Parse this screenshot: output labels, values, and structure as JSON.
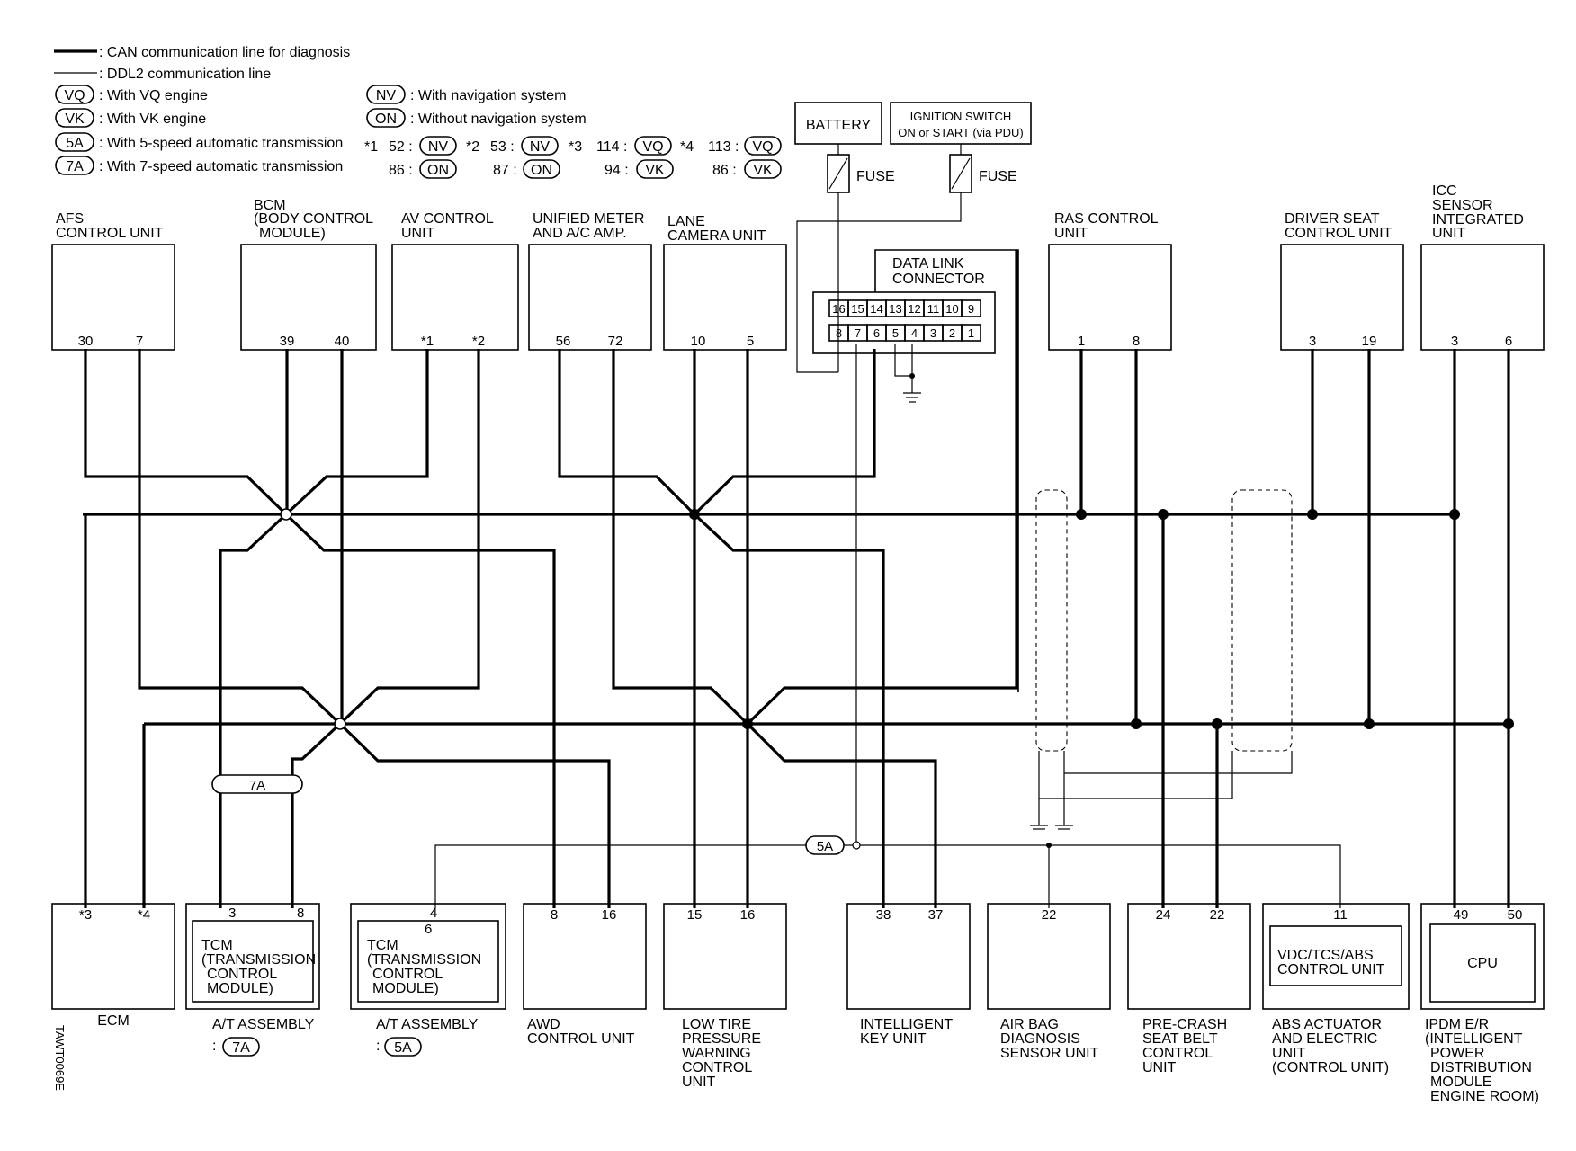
{
  "legend": {
    "can_line": ": CAN communication line for diagnosis",
    "ddl2_line": ": DDL2 communication line",
    "vq_badge": "VQ",
    "vq_text": ": With VQ engine",
    "vk_badge": "VK",
    "vk_text": ": With VK engine",
    "a5_badge": "5A",
    "a5_text": ": With 5-speed automatic transmission",
    "a7_badge": "7A",
    "a7_text": ": With 7-speed automatic transmission",
    "nv_badge": "NV",
    "nv_text": ": With navigation system",
    "on_badge": "ON",
    "on_text": ": Without navigation system"
  },
  "notes": {
    "n1": "*1",
    "n1_a_pin": "52 :",
    "n1_a_badge": "NV",
    "n1_b_pin": "86 :",
    "n1_b_badge": "ON",
    "n2": "*2",
    "n2_a_pin": "53 :",
    "n2_a_badge": "NV",
    "n2_b_pin": "87 :",
    "n2_b_badge": "ON",
    "n3": "*3",
    "n3_a_pin": "114 :",
    "n3_a_badge": "VQ",
    "n3_b_pin": "94 :",
    "n3_b_badge": "VK",
    "n4": "*4",
    "n4_a_pin": "113 :",
    "n4_a_badge": "VQ",
    "n4_b_pin": "86 :",
    "n4_b_badge": "VK"
  },
  "power": {
    "battery": "BATTERY",
    "ign_line1": "IGNITION SWITCH",
    "ign_line2": "ON or START (via PDU)",
    "fuse1": "FUSE",
    "fuse2": "FUSE"
  },
  "dlc": {
    "title1": "DATA LINK",
    "title2": "CONNECTOR",
    "top_pins": [
      "16",
      "15",
      "14",
      "13",
      "12",
      "11",
      "10",
      "9"
    ],
    "bottom_pins": [
      "8",
      "7",
      "6",
      "5",
      "4",
      "3",
      "2",
      "1"
    ]
  },
  "top_units": {
    "afs": {
      "l1": "AFS",
      "l2": "CONTROL UNIT",
      "p1": "30",
      "p2": "7"
    },
    "bcm": {
      "l1": "BCM",
      "l2": "(BODY CONTROL",
      "l3": "MODULE)",
      "p1": "39",
      "p2": "40"
    },
    "av": {
      "l1": "AV CONTROL",
      "l2": "UNIT",
      "p1": "*1",
      "p2": "*2"
    },
    "meter": {
      "l1": "UNIFIED METER",
      "l2": "AND A/C AMP.",
      "p1": "56",
      "p2": "72"
    },
    "lane": {
      "l1": "LANE",
      "l2": "CAMERA UNIT",
      "p1": "10",
      "p2": "5"
    },
    "ras": {
      "l1": "RAS CONTROL",
      "l2": "UNIT",
      "p1": "1",
      "p2": "8"
    },
    "seat": {
      "l1": "DRIVER SEAT",
      "l2": "CONTROL UNIT",
      "p1": "3",
      "p2": "19"
    },
    "icc": {
      "l1": "ICC",
      "l2": "SENSOR",
      "l3": "INTEGRATED",
      "l4": "UNIT",
      "p1": "3",
      "p2": "6"
    }
  },
  "bottom_units": {
    "ecm": {
      "p1": "*3",
      "p2": "*4",
      "l1": "ECM"
    },
    "at7": {
      "p1": "3",
      "p2": "8",
      "i1": "TCM",
      "i2": "(TRANSMISSION",
      "i3": "CONTROL",
      "i4": "MODULE)",
      "l1": "A/T ASSEMBLY",
      "l2": ":",
      "badge": "7A"
    },
    "at5": {
      "p1": "4",
      "p2": "6",
      "i1": "TCM",
      "i2": "(TRANSMISSION",
      "i3": "CONTROL",
      "i4": "MODULE)",
      "l1": "A/T ASSEMBLY",
      "l2": ":",
      "badge": "5A"
    },
    "awd": {
      "p1": "8",
      "p2": "16",
      "l1": "AWD",
      "l2": "CONTROL UNIT"
    },
    "tire": {
      "p1": "15",
      "p2": "16",
      "l1": "LOW TIRE",
      "l2": "PRESSURE",
      "l3": "WARNING",
      "l4": "CONTROL",
      "l5": "UNIT"
    },
    "key": {
      "p1": "38",
      "p2": "37",
      "l1": "INTELLIGENT",
      "l2": "KEY UNIT"
    },
    "airbag": {
      "p1": "22",
      "l1": "AIR BAG",
      "l2": "DIAGNOSIS",
      "l3": "SENSOR UNIT"
    },
    "precrash": {
      "p1": "24",
      "p2": "22",
      "l1": "PRE-CRASH",
      "l2": "SEAT BELT",
      "l3": "CONTROL",
      "l4": "UNIT"
    },
    "abs": {
      "p1": "11",
      "i1": "VDC/TCS/ABS",
      "i2": "CONTROL UNIT",
      "l1": "ABS ACTUATOR",
      "l2": "AND ELECTRIC",
      "l3": "UNIT",
      "l4": "(CONTROL UNIT)"
    },
    "ipdm": {
      "p1": "49",
      "p2": "50",
      "i1": "CPU",
      "l1": "IPDM E/R",
      "l2": "(INTELLIGENT",
      "l3": "POWER",
      "l4": "DISTRIBUTION",
      "l5": "MODULE",
      "l6": "ENGINE ROOM)"
    }
  },
  "line_tags": {
    "tag_7a": "7A",
    "tag_5a": "5A"
  },
  "figure_id": "TAWT0069E"
}
